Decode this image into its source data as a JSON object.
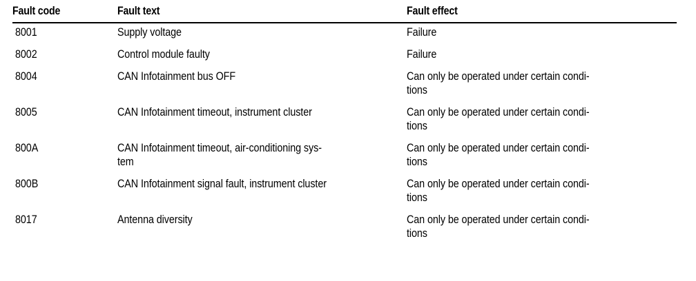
{
  "table": {
    "headers": {
      "code": "Fault code",
      "text": "Fault text",
      "effect": "Fault effect"
    },
    "rows": [
      {
        "code": "8001",
        "text_lines": [
          "Supply voltage"
        ],
        "effect_lines": [
          "Failure"
        ]
      },
      {
        "code": "8002",
        "text_lines": [
          "Control module faulty"
        ],
        "effect_lines": [
          "Failure"
        ]
      },
      {
        "code": "8004",
        "text_lines": [
          "CAN Infotainment bus OFF"
        ],
        "effect_lines": [
          "Can only be operated under certain condi-",
          "tions"
        ]
      },
      {
        "code": "8005",
        "text_lines": [
          "CAN Infotainment timeout, instrument cluster"
        ],
        "effect_lines": [
          "Can only be operated under certain condi-",
          "tions"
        ]
      },
      {
        "code": "800A",
        "text_lines": [
          "CAN Infotainment timeout, air-conditioning sys-",
          "tem"
        ],
        "effect_lines": [
          "Can only be operated under certain condi-",
          "tions"
        ]
      },
      {
        "code": "800B",
        "text_lines": [
          "CAN Infotainment signal fault, instrument cluster"
        ],
        "effect_lines": [
          "Can only be operated under certain condi-",
          "tions"
        ]
      },
      {
        "code": "8017",
        "text_lines": [
          "Antenna diversity"
        ],
        "effect_lines": [
          "Can only be operated under certain condi-",
          "tions"
        ]
      }
    ]
  },
  "colors": {
    "text": "#000000",
    "background": "#ffffff",
    "rule": "#000000"
  }
}
